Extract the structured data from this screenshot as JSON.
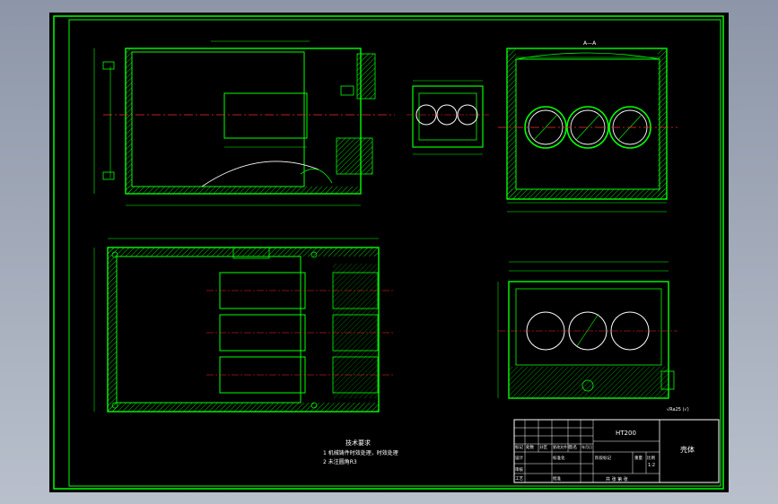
{
  "colors": {
    "background": "#000000",
    "outline": "#00ff00",
    "dimension": "#00ff00",
    "centerline": "#ff2a2a",
    "hidden": "#ffff00",
    "text": "#ffffff",
    "hatch": "#00ff00"
  },
  "tech_requirements": {
    "title": "技术要求",
    "line1": "1 机械铸件时效处理，时效处理",
    "line2": "2 未注圆角R3"
  },
  "title_block": {
    "drawing_no": "HT200",
    "part_name": "壳体",
    "scale": "1:2",
    "labels": [
      "标记",
      "处数",
      "分区",
      "更改文件号",
      "签名",
      "年月日",
      "设计",
      "标准化",
      "审核",
      "工艺",
      "批准",
      "阶段标记",
      "重量",
      "比例"
    ],
    "sheet": "共 张 第 张"
  },
  "roughness_note": "√Ra25 (√)",
  "section_label": "A—A"
}
